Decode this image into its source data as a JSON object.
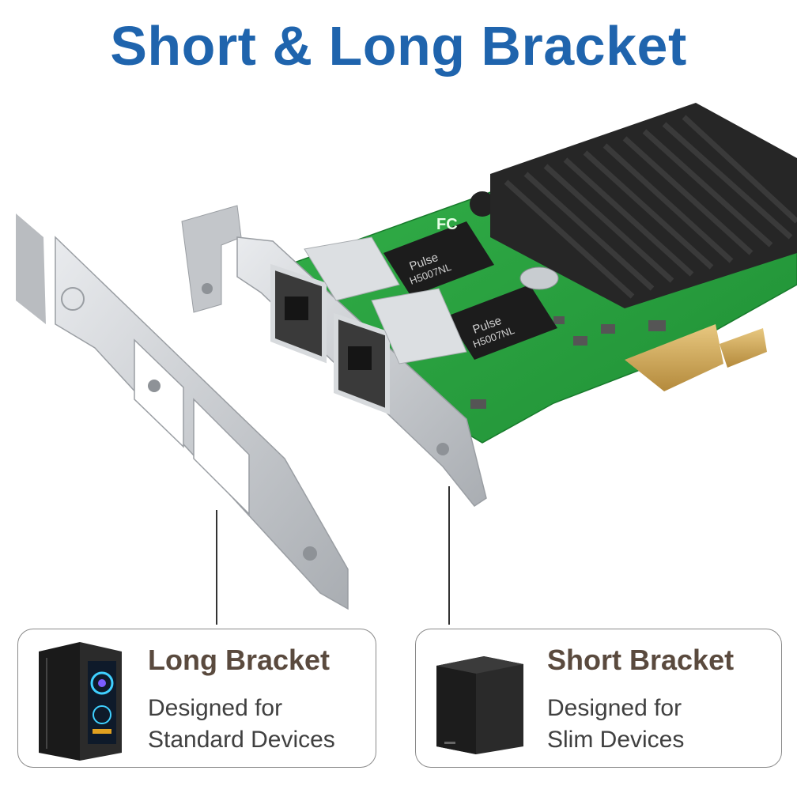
{
  "headline": "Short & Long Bracket",
  "colors": {
    "headline": "#1f64ad",
    "card_title": "#5a4a3e",
    "card_text": "#404040",
    "pcb": "#2aa340",
    "heatsink": "#1e1e1e",
    "bracket": "#cfd2d5"
  },
  "board_text": {
    "transformer_1": "Pulse",
    "transformer_1_model": "H5007NL",
    "transformer_2": "Pulse",
    "transformer_2_model": "H5007NL",
    "fc_mark": "FC"
  },
  "cards": [
    {
      "title": "Long Bracket",
      "desc_line1": "Designed for",
      "desc_line2": "Standard Devices",
      "icon": "tower-pc-icon"
    },
    {
      "title": "Short Bracket",
      "desc_line1": "Designed for",
      "desc_line2": "Slim Devices",
      "icon": "mini-pc-cube-icon"
    }
  ]
}
